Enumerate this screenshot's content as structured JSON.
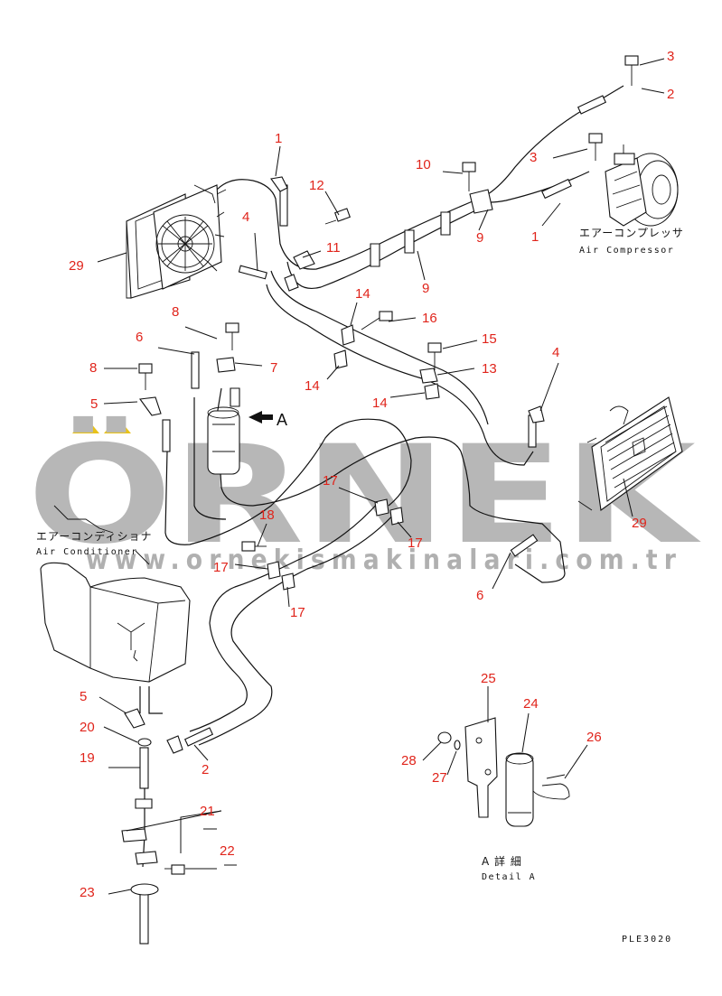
{
  "watermark": {
    "brand": "ÖRNEK",
    "url": "www.ornekismakinalari.com.tr",
    "accent_color": "#e8c21a",
    "text_color": "#b7b7b7"
  },
  "labels": {
    "air_compressor_jp": "エアーコンプレッサ",
    "air_compressor_en": "Air Compressor",
    "air_conditioner_jp": "エアーコンディショナ",
    "air_conditioner_en": "Air Conditioner",
    "detail_jp": "A 詳 細",
    "detail_en": "Detail A",
    "view_arrow": "A",
    "drawing_code": "PLE3020"
  },
  "callouts": [
    {
      "id": "c1a",
      "text": "1"
    },
    {
      "id": "c1b",
      "text": "1"
    },
    {
      "id": "c2a",
      "text": "2"
    },
    {
      "id": "c2b",
      "text": "2"
    },
    {
      "id": "c3a",
      "text": "3"
    },
    {
      "id": "c3b",
      "text": "3"
    },
    {
      "id": "c4a",
      "text": "4"
    },
    {
      "id": "c4b",
      "text": "4"
    },
    {
      "id": "c5a",
      "text": "5"
    },
    {
      "id": "c5b",
      "text": "5"
    },
    {
      "id": "c6a",
      "text": "6"
    },
    {
      "id": "c6b",
      "text": "6"
    },
    {
      "id": "c7",
      "text": "7"
    },
    {
      "id": "c8a",
      "text": "8"
    },
    {
      "id": "c8b",
      "text": "8"
    },
    {
      "id": "c9a",
      "text": "9"
    },
    {
      "id": "c9b",
      "text": "9"
    },
    {
      "id": "c10",
      "text": "10"
    },
    {
      "id": "c11",
      "text": "11"
    },
    {
      "id": "c12",
      "text": "12"
    },
    {
      "id": "c13",
      "text": "13"
    },
    {
      "id": "c14a",
      "text": "14"
    },
    {
      "id": "c14b",
      "text": "14"
    },
    {
      "id": "c14c",
      "text": "14"
    },
    {
      "id": "c15",
      "text": "15"
    },
    {
      "id": "c16",
      "text": "16"
    },
    {
      "id": "c17a",
      "text": "17"
    },
    {
      "id": "c17b",
      "text": "17"
    },
    {
      "id": "c17c",
      "text": "17"
    },
    {
      "id": "c17d",
      "text": "17"
    },
    {
      "id": "c18",
      "text": "18"
    },
    {
      "id": "c19",
      "text": "19"
    },
    {
      "id": "c20",
      "text": "20"
    },
    {
      "id": "c21",
      "text": "21"
    },
    {
      "id": "c22",
      "text": "22"
    },
    {
      "id": "c23",
      "text": "23"
    },
    {
      "id": "c24",
      "text": "24"
    },
    {
      "id": "c25",
      "text": "25"
    },
    {
      "id": "c26",
      "text": "26"
    },
    {
      "id": "c27",
      "text": "27"
    },
    {
      "id": "c28",
      "text": "28"
    },
    {
      "id": "c29a",
      "text": "29"
    },
    {
      "id": "c29b",
      "text": "29"
    }
  ]
}
